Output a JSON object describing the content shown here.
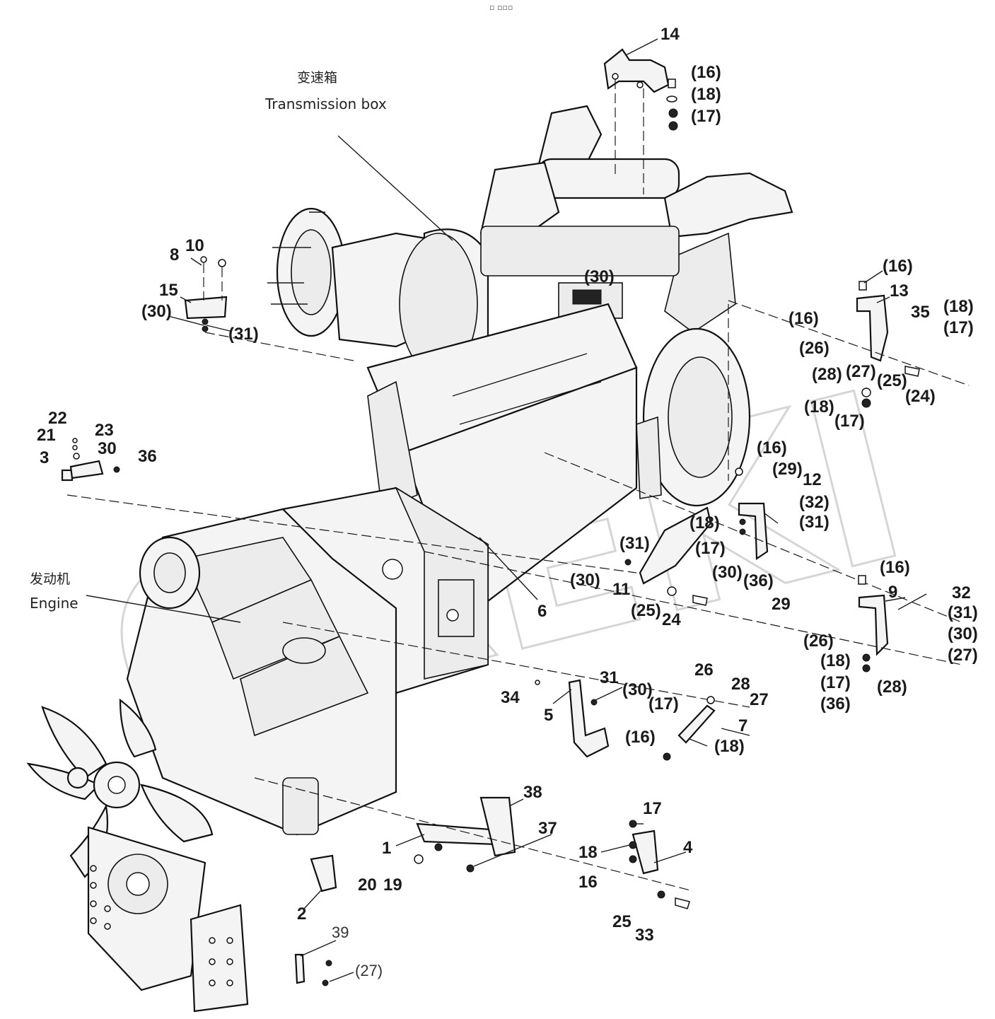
{
  "top_mark": "▫ ▫▫▫",
  "captions": {
    "transmission_cn": "变速箱",
    "transmission_en": "Transmission box",
    "engine_cn": "发动机",
    "engine_en": "Engine"
  },
  "watermark": "OREKI",
  "labels": {
    "l14": "14",
    "l16a": "(16)",
    "l18a": "(18)",
    "l17a": "(17)",
    "l10": "10",
    "l8": "8",
    "l15": "15",
    "l30a": "(30)",
    "l31a": "(31)",
    "l16b": "(16)",
    "l13": "13",
    "l16c": "(16)",
    "l35": "35",
    "l18b": "(18)",
    "l17b": "(17)",
    "l26a": "(26)",
    "l28a": "(28)",
    "l27a": "(27)",
    "l25a": "(25)",
    "l24a": "(24)",
    "l18c": "(18)",
    "l17c": "(17)",
    "l22": "22",
    "l21": "21",
    "l23": "23",
    "l30b": "30",
    "l3": "3",
    "l36a": "36",
    "l16d": "(16)",
    "l29a": "(29)",
    "l12": "12",
    "l32a": "(32)",
    "l31b": "(31)",
    "l30c": "(30)",
    "l31c": "(31)",
    "l18d": "(18)",
    "l17d": "(17)",
    "l30d": "(30)",
    "l11": "11",
    "l30e": "(30)",
    "l36b": "(36)",
    "l25b": "(25)",
    "l24b": "24",
    "l6": "6",
    "l16e": "(16)",
    "l9": "9",
    "l29b": "29",
    "l32b": "32",
    "l31d": "(31)",
    "l30f": "(30)",
    "l26b": "(26)",
    "l27b": "(27)",
    "l18e": "(18)",
    "l17e": "(17)",
    "l28b": "(28)",
    "l36c": "(36)",
    "l26c": "26",
    "l31e": "31",
    "l30g": "(30)",
    "l34": "34",
    "l5": "5",
    "l28c": "28",
    "l17f": "(17)",
    "l27c": "27",
    "l7": "7",
    "l16f": "(16)",
    "l18f": "(18)",
    "l38": "38",
    "l37": "37",
    "l1": "1",
    "l20": "20",
    "l19": "19",
    "l2": "2",
    "l17g": "17",
    "l18g": "18",
    "l4": "4",
    "l16g": "16",
    "l25c": "25",
    "l33": "33",
    "l39": "39",
    "l27d": "(27)"
  }
}
